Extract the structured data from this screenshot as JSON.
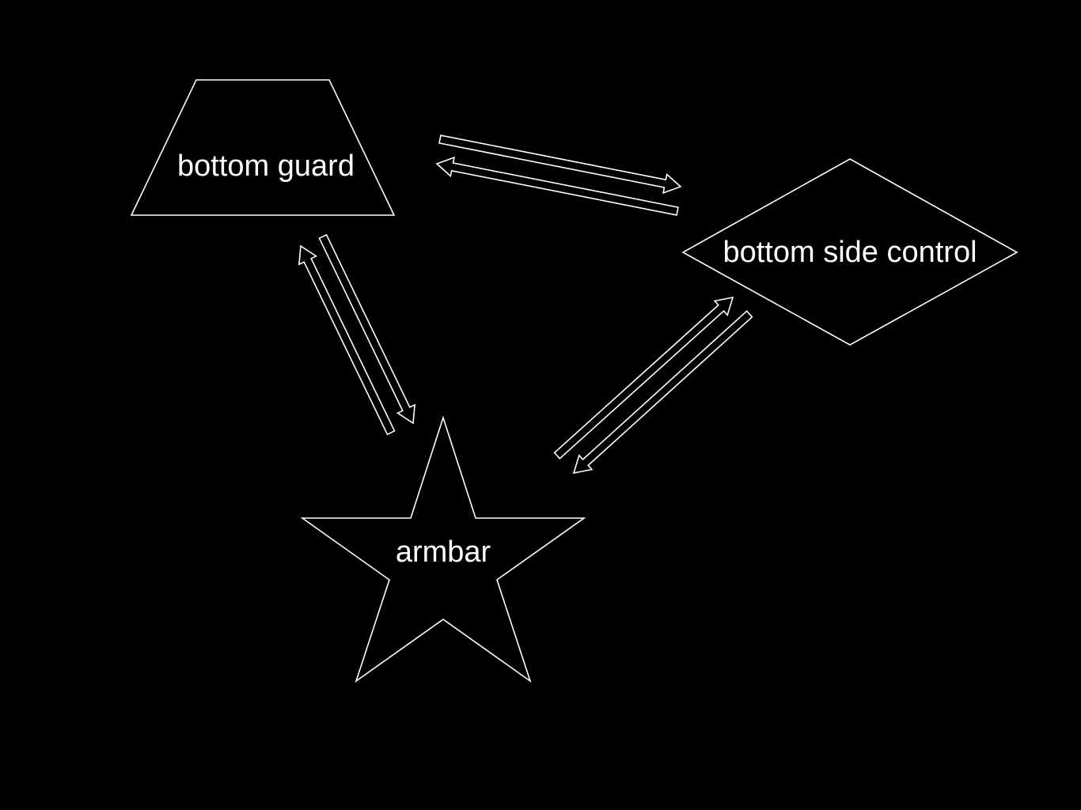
{
  "colors": {
    "background": "#000000",
    "stroke": "#ffffff",
    "text": "#ffffff"
  },
  "nodes": {
    "bottom_guard": {
      "label": "bottom guard",
      "shape": "trapezoid"
    },
    "bottom_side_control": {
      "label": "bottom side control",
      "shape": "diamond"
    },
    "armbar": {
      "label": "armbar",
      "shape": "star"
    }
  },
  "edges": [
    {
      "from": "bottom guard",
      "to": "bottom side control"
    },
    {
      "from": "bottom side control",
      "to": "bottom guard"
    },
    {
      "from": "bottom guard",
      "to": "armbar"
    },
    {
      "from": "armbar",
      "to": "bottom guard"
    },
    {
      "from": "armbar",
      "to": "bottom side control"
    },
    {
      "from": "bottom side control",
      "to": "armbar"
    }
  ]
}
